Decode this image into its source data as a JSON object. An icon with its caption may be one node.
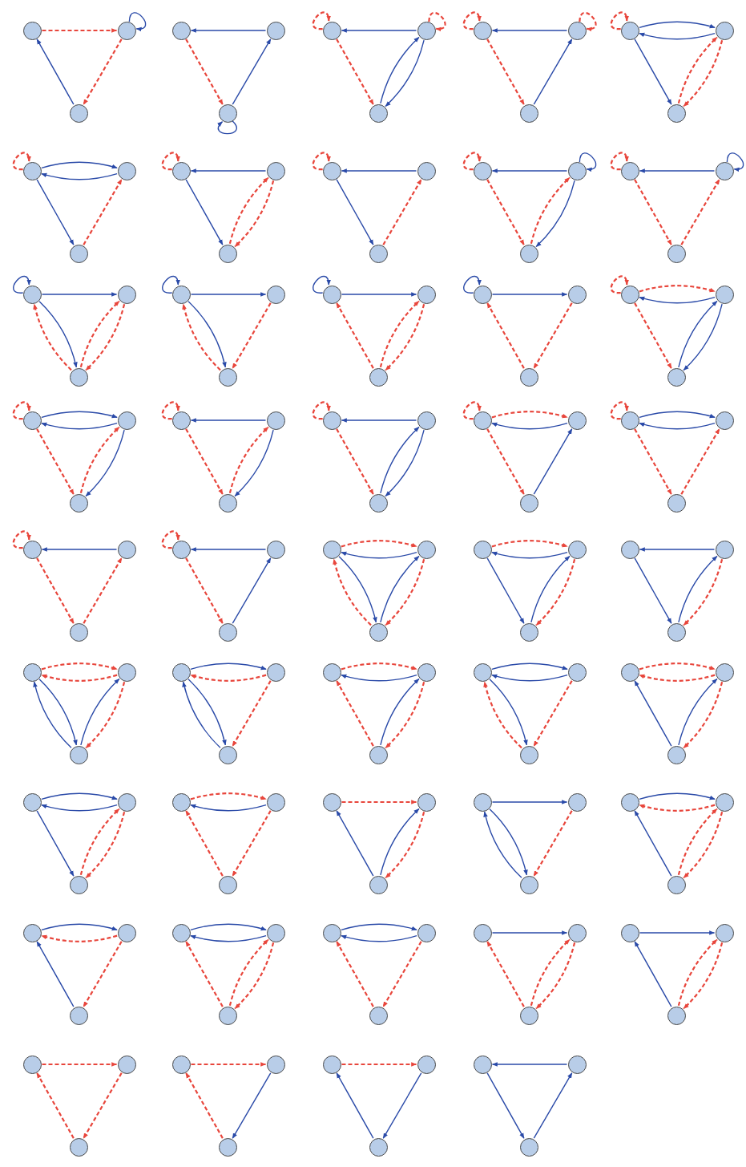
{
  "diagram": {
    "nodes": [
      {
        "text": [],
        "shape": "circle"
      },
      {
        "text": [],
        "shape": "circle"
      },
      {
        "text": [],
        "shape": "circle"
      },
      {
        "text": [],
        "shape": "circle"
      },
      {
        "text": [],
        "shape": "circle"
      },
      {
        "text": [],
        "shape": "circle"
      },
      {
        "text": [],
        "shape": "circle"
      },
      {
        "text": [],
        "shape": "circle"
      },
      {
        "text": [],
        "shape": "circle"
      },
      {
        "text": [],
        "shape": "circle"
      },
      {
        "text": [],
        "shape": "circle"
      },
      {
        "text": [],
        "shape": "circle"
      },
      {
        "text": [],
        "shape": "circle"
      },
      {
        "text": [],
        "shape": "circle"
      },
      {
        "text": [],
        "shape": "circle"
      },
      {
        "text": [],
        "shape": "circle"
      },
      {
        "text": [],
        "shape": "circle"
      },
      {
        "text": [],
        "shape": "circle"
      },
      {
        "text": [],
        "shape": "circle"
      },
      {
        "text": [],
        "shape": "circle"
      },
      {
        "text": [],
        "shape": "circle"
      },
      {
        "text": [],
        "shape": "circle"
      },
      {
        "text": [],
        "shape": "circle"
      },
      {
        "text": [],
        "shape": "circle"
      },
      {
        "text": [],
        "shape": "circle"
      },
      {
        "text": [],
        "shape": "circle"
      },
      {
        "text": [],
        "shape": "circle"
      },
      {
        "text": [],
        "shape": "circle"
      },
      {
        "text": [],
        "shape": "circle"
      },
      {
        "text": [],
        "shape": "circle"
      },
      {
        "text": [],
        "shape": "circle"
      },
      {
        "text": [],
        "shape": "circle"
      },
      {
        "text": [],
        "shape": "circle"
      },
      {
        "text": [],
        "shape": "circle"
      },
      {
        "text": [],
        "shape": "circle"
      },
      {
        "text": [],
        "shape": "circle"
      },
      {
        "text": [],
        "shape": "circle"
      },
      {
        "text": [],
        "shape": "circle"
      },
      {
        "text": [],
        "shape": "circle"
      },
      {
        "text": [],
        "shape": "circle"
      },
      {
        "text": [],
        "shape": "circle"
      },
      {
        "text": [],
        "shape": "circle"
      },
      {
        "text": [],
        "shape": "circle"
      },
      {
        "text": [],
        "shape": "circle"
      },
      {
        "text": [],
        "shape": "circle"
      },
      {
        "text": [],
        "shape": "circle"
      },
      {
        "text": [],
        "shape": "circle"
      },
      {
        "text": [],
        "shape": "circle"
      },
      {
        "text": [],
        "shape": "circle"
      },
      {
        "text": [],
        "shape": "circle"
      },
      {
        "text": [],
        "shape": "circle"
      },
      {
        "text": [],
        "shape": "circle"
      },
      {
        "text": [],
        "shape": "circle"
      },
      {
        "text": [],
        "shape": "circle"
      },
      {
        "text": [],
        "shape": "circle"
      },
      {
        "text": [],
        "shape": "circle"
      },
      {
        "text": [],
        "shape": "circle"
      },
      {
        "text": [],
        "shape": "circle"
      },
      {
        "text": [],
        "shape": "circle"
      },
      {
        "text": [],
        "shape": "circle"
      },
      {
        "text": [],
        "shape": "circle"
      },
      {
        "text": [],
        "shape": "circle"
      },
      {
        "text": [],
        "shape": "circle"
      },
      {
        "text": [],
        "shape": "circle"
      },
      {
        "text": [],
        "shape": "circle"
      },
      {
        "text": [],
        "shape": "circle"
      },
      {
        "text": [],
        "shape": "circle"
      },
      {
        "text": [],
        "shape": "circle"
      },
      {
        "text": [],
        "shape": "circle"
      },
      {
        "text": [],
        "shape": "circle"
      },
      {
        "text": [],
        "shape": "circle"
      },
      {
        "text": [],
        "shape": "circle"
      },
      {
        "text": [],
        "shape": "circle"
      },
      {
        "text": [],
        "shape": "circle"
      },
      {
        "text": [],
        "shape": "circle"
      },
      {
        "text": [],
        "shape": "circle"
      },
      {
        "text": [],
        "shape": "circle"
      },
      {
        "text": [],
        "shape": "circle"
      },
      {
        "text": [],
        "shape": "circle"
      },
      {
        "text": [],
        "shape": "circle"
      },
      {
        "text": [],
        "shape": "circle"
      },
      {
        "text": [],
        "shape": "circle"
      },
      {
        "text": [],
        "shape": "circle"
      },
      {
        "text": [],
        "shape": "circle"
      },
      {
        "text": [],
        "shape": "circle"
      },
      {
        "text": [],
        "shape": "circle"
      },
      {
        "text": [],
        "shape": "circle"
      },
      {
        "text": [],
        "shape": "circle"
      },
      {
        "text": [],
        "shape": "circle"
      },
      {
        "text": [],
        "shape": "circle"
      },
      {
        "text": [],
        "shape": "circle"
      },
      {
        "text": [],
        "shape": "circle"
      },
      {
        "text": [],
        "shape": "circle"
      },
      {
        "text": [],
        "shape": "circle"
      },
      {
        "text": [],
        "shape": "circle"
      },
      {
        "text": [],
        "shape": "circle"
      },
      {
        "text": [],
        "shape": "circle"
      },
      {
        "text": [],
        "shape": "circle"
      },
      {
        "text": [],
        "shape": "circle"
      },
      {
        "text": [],
        "shape": "circle"
      },
      {
        "text": [],
        "shape": "circle"
      },
      {
        "text": [],
        "shape": "circle"
      },
      {
        "text": [],
        "shape": "circle"
      },
      {
        "text": [],
        "shape": "circle"
      },
      {
        "text": [],
        "shape": "circle"
      },
      {
        "text": [],
        "shape": "circle"
      },
      {
        "text": [],
        "shape": "circle"
      },
      {
        "text": [],
        "shape": "circle"
      },
      {
        "text": [],
        "shape": "circle"
      },
      {
        "text": [],
        "shape": "circle"
      },
      {
        "text": [],
        "shape": "circle"
      },
      {
        "text": [],
        "shape": "circle"
      },
      {
        "text": [],
        "shape": "circle"
      },
      {
        "text": [],
        "shape": "circle"
      },
      {
        "text": [],
        "shape": "circle"
      },
      {
        "text": [],
        "shape": "circle"
      },
      {
        "text": [],
        "shape": "circle"
      },
      {
        "text": [],
        "shape": "circle"
      },
      {
        "text": [],
        "shape": "circle"
      },
      {
        "text": [],
        "shape": "circle"
      },
      {
        "text": [],
        "shape": "circle"
      },
      {
        "text": [],
        "shape": "circle"
      },
      {
        "text": [],
        "shape": "circle"
      },
      {
        "text": [],
        "shape": "circle"
      },
      {
        "text": [],
        "shape": "circle"
      },
      {
        "text": [],
        "shape": "circle"
      },
      {
        "text": [],
        "shape": "circle"
      },
      {
        "text": [],
        "shape": "circle"
      },
      {
        "text": [],
        "shape": "circle"
      },
      {
        "text": [],
        "shape": "circle"
      },
      {
        "text": [],
        "shape": "circle"
      },
      {
        "text": [],
        "shape": "circle"
      }
    ],
    "edges": [
      {
        "from": 0,
        "to": 1,
        "arrow": "to",
        "style": "dashed"
      },
      {
        "from": 1,
        "to": 1,
        "arrow": "to",
        "color": "#2a4aa8"
      },
      {
        "from": 1,
        "to": 2,
        "arrow": "to",
        "style": "dashed"
      },
      {
        "from": 2,
        "to": 0,
        "arrow": "to",
        "color": "#2a4aa8"
      },
      {
        "from": 4,
        "to": 3,
        "arrow": "to",
        "color": "#2a4aa8"
      },
      {
        "from": 3,
        "to": 5,
        "arrow": "to",
        "style": "dashed"
      },
      {
        "from": 5,
        "to": 4,
        "arrow": "to",
        "color": "#2a4aa8"
      },
      {
        "from": 5,
        "to": 5,
        "arrow": "to",
        "color": "#2a4aa8"
      },
      {
        "from": 6,
        "to": 6,
        "arrow": "to",
        "style": "dashed"
      },
      {
        "from": 7,
        "to": 6,
        "arrow": "to",
        "color": "#2a4aa8"
      },
      {
        "from": 6,
        "to": 8,
        "arrow": "to",
        "style": "dashed"
      },
      {
        "from": 8,
        "to": 7,
        "arrow": "to",
        "color": "#2a4aa8"
      },
      {
        "from": 7,
        "to": 8,
        "arrow": "to",
        "color": "#2a4aa8"
      },
      {
        "from": 7,
        "to": 7,
        "arrow": "to",
        "style": "dashed"
      },
      {
        "from": 9,
        "to": 9,
        "arrow": "to",
        "style": "dashed"
      },
      {
        "from": 10,
        "to": 9,
        "arrow": "to",
        "color": "#2a4aa8"
      },
      {
        "from": 9,
        "to": 11,
        "arrow": "to",
        "style": "dashed"
      },
      {
        "from": 11,
        "to": 10,
        "arrow": "to",
        "color": "#2a4aa8"
      },
      {
        "from": 10,
        "to": 10,
        "arrow": "to",
        "style": "dashed"
      },
      {
        "from": 12,
        "to": 12,
        "arrow": "to",
        "style": "dashed"
      },
      {
        "from": 12,
        "to": 13,
        "arrow": "to",
        "color": "#2a4aa8"
      },
      {
        "from": 13,
        "to": 12,
        "arrow": "to",
        "color": "#2a4aa8"
      },
      {
        "from": 12,
        "to": 14,
        "arrow": "to",
        "color": "#2a4aa8"
      },
      {
        "from": 14,
        "to": 13,
        "arrow": "to",
        "style": "dashed"
      },
      {
        "from": 13,
        "to": 14,
        "arrow": "to",
        "style": "dashed"
      },
      {
        "from": 15,
        "to": 15,
        "arrow": "to",
        "style": "dashed"
      },
      {
        "from": 15,
        "to": 16,
        "arrow": "to",
        "color": "#2a4aa8"
      },
      {
        "from": 16,
        "to": 15,
        "arrow": "to",
        "color": "#2a4aa8"
      },
      {
        "from": 15,
        "to": 17,
        "arrow": "to",
        "color": "#2a4aa8"
      },
      {
        "from": 17,
        "to": 16,
        "arrow": "to",
        "style": "dashed"
      },
      {
        "from": 18,
        "to": 18,
        "arrow": "to",
        "style": "dashed"
      },
      {
        "from": 19,
        "to": 18,
        "arrow": "to",
        "color": "#2a4aa8"
      },
      {
        "from": 18,
        "to": 20,
        "arrow": "to",
        "color": "#2a4aa8"
      },
      {
        "from": 20,
        "to": 19,
        "arrow": "to",
        "style": "dashed"
      },
      {
        "from": 19,
        "to": 20,
        "arrow": "to",
        "style": "dashed"
      },
      {
        "from": 21,
        "to": 21,
        "arrow": "to",
        "style": "dashed"
      },
      {
        "from": 22,
        "to": 21,
        "arrow": "to",
        "color": "#2a4aa8"
      },
      {
        "from": 21,
        "to": 23,
        "arrow": "to",
        "color": "#2a4aa8"
      },
      {
        "from": 23,
        "to": 22,
        "arrow": "to",
        "style": "dashed"
      },
      {
        "from": 24,
        "to": 24,
        "arrow": "to",
        "style": "dashed"
      },
      {
        "from": 25,
        "to": 24,
        "arrow": "to",
        "color": "#2a4aa8"
      },
      {
        "from": 24,
        "to": 26,
        "arrow": "to",
        "style": "dashed"
      },
      {
        "from": 26,
        "to": 25,
        "arrow": "to",
        "style": "dashed"
      },
      {
        "from": 25,
        "to": 26,
        "arrow": "to",
        "color": "#2a4aa8"
      },
      {
        "from": 25,
        "to": 25,
        "arrow": "to",
        "color": "#2a4aa8"
      },
      {
        "from": 27,
        "to": 27,
        "arrow": "to",
        "style": "dashed"
      },
      {
        "from": 28,
        "to": 27,
        "arrow": "to",
        "color": "#2a4aa8"
      },
      {
        "from": 27,
        "to": 29,
        "arrow": "to",
        "style": "dashed"
      },
      {
        "from": 29,
        "to": 28,
        "arrow": "to",
        "style": "dashed"
      },
      {
        "from": 28,
        "to": 28,
        "arrow": "to",
        "color": "#2a4aa8"
      },
      {
        "from": 30,
        "to": 30,
        "arrow": "to",
        "color": "#2a4aa8"
      },
      {
        "from": 30,
        "to": 31,
        "arrow": "to",
        "color": "#2a4aa8"
      },
      {
        "from": 32,
        "to": 30,
        "arrow": "to",
        "style": "dashed"
      },
      {
        "from": 30,
        "to": 32,
        "arrow": "to",
        "color": "#2a4aa8"
      },
      {
        "from": 32,
        "to": 31,
        "arrow": "to",
        "style": "dashed"
      },
      {
        "from": 31,
        "to": 32,
        "arrow": "to",
        "style": "dashed"
      },
      {
        "from": 33,
        "to": 33,
        "arrow": "to",
        "color": "#2a4aa8"
      },
      {
        "from": 33,
        "to": 34,
        "arrow": "to",
        "color": "#2a4aa8"
      },
      {
        "from": 35,
        "to": 33,
        "arrow": "to",
        "style": "dashed"
      },
      {
        "from": 33,
        "to": 35,
        "arrow": "to",
        "color": "#2a4aa8"
      },
      {
        "from": 34,
        "to": 35,
        "arrow": "to",
        "style": "dashed"
      },
      {
        "from": 36,
        "to": 36,
        "arrow": "to",
        "color": "#2a4aa8"
      },
      {
        "from": 36,
        "to": 37,
        "arrow": "to",
        "color": "#2a4aa8"
      },
      {
        "from": 38,
        "to": 36,
        "arrow": "to",
        "style": "dashed"
      },
      {
        "from": 38,
        "to": 37,
        "arrow": "to",
        "style": "dashed"
      },
      {
        "from": 37,
        "to": 38,
        "arrow": "to",
        "style": "dashed"
      },
      {
        "from": 39,
        "to": 39,
        "arrow": "to",
        "color": "#2a4aa8"
      },
      {
        "from": 39,
        "to": 40,
        "arrow": "to",
        "color": "#2a4aa8"
      },
      {
        "from": 41,
        "to": 39,
        "arrow": "to",
        "style": "dashed"
      },
      {
        "from": 40,
        "to": 41,
        "arrow": "to",
        "style": "dashed"
      },
      {
        "from": 42,
        "to": 42,
        "arrow": "to",
        "style": "dashed"
      },
      {
        "from": 42,
        "to": 43,
        "arrow": "to",
        "style": "dashed"
      },
      {
        "from": 43,
        "to": 42,
        "arrow": "to",
        "color": "#2a4aa8"
      },
      {
        "from": 42,
        "to": 44,
        "arrow": "to",
        "style": "dashed"
      },
      {
        "from": 44,
        "to": 43,
        "arrow": "to",
        "color": "#2a4aa8"
      },
      {
        "from": 43,
        "to": 44,
        "arrow": "to",
        "color": "#2a4aa8"
      },
      {
        "from": 45,
        "to": 45,
        "arrow": "to",
        "style": "dashed"
      },
      {
        "from": 45,
        "to": 46,
        "arrow": "to",
        "color": "#2a4aa8"
      },
      {
        "from": 46,
        "to": 45,
        "arrow": "to",
        "color": "#2a4aa8"
      },
      {
        "from": 45,
        "to": 47,
        "arrow": "to",
        "style": "dashed"
      },
      {
        "from": 47,
        "to": 46,
        "arrow": "to",
        "style": "dashed"
      },
      {
        "from": 46,
        "to": 47,
        "arrow": "to",
        "color": "#2a4aa8"
      },
      {
        "from": 48,
        "to": 48,
        "arrow": "to",
        "style": "dashed"
      },
      {
        "from": 49,
        "to": 48,
        "arrow": "to",
        "color": "#2a4aa8"
      },
      {
        "from": 48,
        "to": 50,
        "arrow": "to",
        "style": "dashed"
      },
      {
        "from": 50,
        "to": 49,
        "arrow": "to",
        "style": "dashed"
      },
      {
        "from": 49,
        "to": 50,
        "arrow": "to",
        "color": "#2a4aa8"
      },
      {
        "from": 51,
        "to": 51,
        "arrow": "to",
        "style": "dashed"
      },
      {
        "from": 52,
        "to": 51,
        "arrow": "to",
        "color": "#2a4aa8"
      },
      {
        "from": 51,
        "to": 53,
        "arrow": "to",
        "style": "dashed"
      },
      {
        "from": 53,
        "to": 52,
        "arrow": "to",
        "color": "#2a4aa8"
      },
      {
        "from": 52,
        "to": 53,
        "arrow": "to",
        "color": "#2a4aa8"
      },
      {
        "from": 54,
        "to": 54,
        "arrow": "to",
        "style": "dashed"
      },
      {
        "from": 54,
        "to": 55,
        "arrow": "to",
        "style": "dashed"
      },
      {
        "from": 55,
        "to": 54,
        "arrow": "to",
        "color": "#2a4aa8"
      },
      {
        "from": 54,
        "to": 56,
        "arrow": "to",
        "style": "dashed"
      },
      {
        "from": 56,
        "to": 55,
        "arrow": "to",
        "color": "#2a4aa8"
      },
      {
        "from": 57,
        "to": 57,
        "arrow": "to",
        "style": "dashed"
      },
      {
        "from": 57,
        "to": 58,
        "arrow": "to",
        "color": "#2a4aa8"
      },
      {
        "from": 58,
        "to": 57,
        "arrow": "to",
        "color": "#2a4aa8"
      },
      {
        "from": 57,
        "to": 59,
        "arrow": "to",
        "style": "dashed"
      },
      {
        "from": 59,
        "to": 58,
        "arrow": "to",
        "style": "dashed"
      },
      {
        "from": 60,
        "to": 60,
        "arrow": "to",
        "style": "dashed"
      },
      {
        "from": 61,
        "to": 60,
        "arrow": "to",
        "color": "#2a4aa8"
      },
      {
        "from": 60,
        "to": 62,
        "arrow": "to",
        "style": "dashed"
      },
      {
        "from": 62,
        "to": 61,
        "arrow": "to",
        "style": "dashed"
      },
      {
        "from": 63,
        "to": 63,
        "arrow": "to",
        "style": "dashed"
      },
      {
        "from": 64,
        "to": 63,
        "arrow": "to",
        "color": "#2a4aa8"
      },
      {
        "from": 63,
        "to": 65,
        "arrow": "to",
        "style": "dashed"
      },
      {
        "from": 65,
        "to": 64,
        "arrow": "to",
        "color": "#2a4aa8"
      },
      {
        "from": 66,
        "to": 67,
        "arrow": "to",
        "style": "dashed"
      },
      {
        "from": 67,
        "to": 66,
        "arrow": "to",
        "color": "#2a4aa8"
      },
      {
        "from": 68,
        "to": 66,
        "arrow": "to",
        "style": "dashed"
      },
      {
        "from": 66,
        "to": 68,
        "arrow": "to",
        "color": "#2a4aa8"
      },
      {
        "from": 68,
        "to": 67,
        "arrow": "to",
        "color": "#2a4aa8"
      },
      {
        "from": 67,
        "to": 68,
        "arrow": "to",
        "style": "dashed"
      },
      {
        "from": 69,
        "to": 70,
        "arrow": "to",
        "style": "dashed"
      },
      {
        "from": 70,
        "to": 69,
        "arrow": "to",
        "color": "#2a4aa8"
      },
      {
        "from": 69,
        "to": 71,
        "arrow": "to",
        "color": "#2a4aa8"
      },
      {
        "from": 71,
        "to": 70,
        "arrow": "to",
        "color": "#2a4aa8"
      },
      {
        "from": 70,
        "to": 71,
        "arrow": "to",
        "style": "dashed"
      },
      {
        "from": 73,
        "to": 72,
        "arrow": "to",
        "color": "#2a4aa8"
      },
      {
        "from": 72,
        "to": 74,
        "arrow": "to",
        "color": "#2a4aa8"
      },
      {
        "from": 74,
        "to": 73,
        "arrow": "to",
        "color": "#2a4aa8"
      },
      {
        "from": 73,
        "to": 74,
        "arrow": "to",
        "style": "dashed"
      },
      {
        "from": 75,
        "to": 76,
        "arrow": "to",
        "style": "dashed"
      },
      {
        "from": 76,
        "to": 75,
        "arrow": "to",
        "style": "dashed"
      },
      {
        "from": 77,
        "to": 75,
        "arrow": "to",
        "color": "#2a4aa8"
      },
      {
        "from": 75,
        "to": 77,
        "arrow": "to",
        "color": "#2a4aa8"
      },
      {
        "from": 77,
        "to": 76,
        "arrow": "to",
        "color": "#2a4aa8"
      },
      {
        "from": 76,
        "to": 77,
        "arrow": "to",
        "style": "dashed"
      },
      {
        "from": 78,
        "to": 79,
        "arrow": "to",
        "color": "#2a4aa8"
      },
      {
        "from": 79,
        "to": 78,
        "arrow": "to",
        "style": "dashed"
      },
      {
        "from": 80,
        "to": 78,
        "arrow": "to",
        "color": "#2a4aa8"
      },
      {
        "from": 78,
        "to": 80,
        "arrow": "to",
        "color": "#2a4aa8"
      },
      {
        "from": 79,
        "to": 80,
        "arrow": "to",
        "style": "dashed"
      },
      {
        "from": 81,
        "to": 82,
        "arrow": "to",
        "style": "dashed"
      },
      {
        "from": 82,
        "to": 81,
        "arrow": "to",
        "color": "#2a4aa8"
      },
      {
        "from": 83,
        "to": 81,
        "arrow": "to",
        "style": "dashed"
      },
      {
        "from": 83,
        "to": 82,
        "arrow": "to",
        "color": "#2a4aa8"
      },
      {
        "from": 82,
        "to": 83,
        "arrow": "to",
        "style": "dashed"
      },
      {
        "from": 84,
        "to": 85,
        "arrow": "to",
        "color": "#2a4aa8"
      },
      {
        "from": 85,
        "to": 84,
        "arrow": "to",
        "color": "#2a4aa8"
      },
      {
        "from": 86,
        "to": 84,
        "arrow": "to",
        "style": "dashed"
      },
      {
        "from": 84,
        "to": 86,
        "arrow": "to",
        "color": "#2a4aa8"
      },
      {
        "from": 85,
        "to": 86,
        "arrow": "to",
        "style": "dashed"
      },
      {
        "from": 87,
        "to": 88,
        "arrow": "to",
        "style": "dashed"
      },
      {
        "from": 88,
        "to": 87,
        "arrow": "to",
        "style": "dashed"
      },
      {
        "from": 89,
        "to": 87,
        "arrow": "to",
        "color": "#2a4aa8"
      },
      {
        "from": 89,
        "to": 88,
        "arrow": "to",
        "color": "#2a4aa8"
      },
      {
        "from": 88,
        "to": 89,
        "arrow": "to",
        "style": "dashed"
      },
      {
        "from": 90,
        "to": 91,
        "arrow": "to",
        "color": "#2a4aa8"
      },
      {
        "from": 91,
        "to": 90,
        "arrow": "to",
        "color": "#2a4aa8"
      },
      {
        "from": 90,
        "to": 92,
        "arrow": "to",
        "color": "#2a4aa8"
      },
      {
        "from": 92,
        "to": 91,
        "arrow": "to",
        "style": "dashed"
      },
      {
        "from": 91,
        "to": 92,
        "arrow": "to",
        "style": "dashed"
      },
      {
        "from": 93,
        "to": 94,
        "arrow": "to",
        "style": "dashed"
      },
      {
        "from": 94,
        "to": 93,
        "arrow": "to",
        "color": "#2a4aa8"
      },
      {
        "from": 95,
        "to": 93,
        "arrow": "to",
        "style": "dashed"
      },
      {
        "from": 94,
        "to": 95,
        "arrow": "to",
        "style": "dashed"
      },
      {
        "from": 96,
        "to": 97,
        "arrow": "to",
        "style": "dashed"
      },
      {
        "from": 98,
        "to": 96,
        "arrow": "to",
        "color": "#2a4aa8"
      },
      {
        "from": 98,
        "to": 97,
        "arrow": "to",
        "color": "#2a4aa8"
      },
      {
        "from": 97,
        "to": 98,
        "arrow": "to",
        "style": "dashed"
      },
      {
        "from": 99,
        "to": 100,
        "arrow": "to",
        "color": "#2a4aa8"
      },
      {
        "from": 101,
        "to": 99,
        "arrow": "to",
        "color": "#2a4aa8"
      },
      {
        "from": 99,
        "to": 101,
        "arrow": "to",
        "color": "#2a4aa8"
      },
      {
        "from": 100,
        "to": 101,
        "arrow": "to",
        "style": "dashed"
      },
      {
        "from": 102,
        "to": 103,
        "arrow": "to",
        "color": "#2a4aa8"
      },
      {
        "from": 103,
        "to": 102,
        "arrow": "to",
        "style": "dashed"
      },
      {
        "from": 104,
        "to": 102,
        "arrow": "to",
        "color": "#2a4aa8"
      },
      {
        "from": 104,
        "to": 103,
        "arrow": "to",
        "style": "dashed"
      },
      {
        "from": 103,
        "to": 104,
        "arrow": "to",
        "style": "dashed"
      },
      {
        "from": 105,
        "to": 106,
        "arrow": "to",
        "color": "#2a4aa8"
      },
      {
        "from": 106,
        "to": 105,
        "arrow": "to",
        "style": "dashed"
      },
      {
        "from": 107,
        "to": 105,
        "arrow": "to",
        "color": "#2a4aa8"
      },
      {
        "from": 106,
        "to": 107,
        "arrow": "to",
        "style": "dashed"
      },
      {
        "from": 108,
        "to": 109,
        "arrow": "to",
        "color": "#2a4aa8"
      },
      {
        "from": 109,
        "to": 108,
        "arrow": "to",
        "color": "#2a4aa8"
      },
      {
        "from": 110,
        "to": 108,
        "arrow": "to",
        "style": "dashed"
      },
      {
        "from": 110,
        "to": 109,
        "arrow": "to",
        "style": "dashed"
      },
      {
        "from": 109,
        "to": 110,
        "arrow": "to",
        "style": "dashed"
      },
      {
        "from": 111,
        "to": 112,
        "arrow": "to",
        "color": "#2a4aa8"
      },
      {
        "from": 112,
        "to": 111,
        "arrow": "to",
        "color": "#2a4aa8"
      },
      {
        "from": 113,
        "to": 111,
        "arrow": "to",
        "style": "dashed"
      },
      {
        "from": 112,
        "to": 113,
        "arrow": "to",
        "style": "dashed"
      },
      {
        "from": 114,
        "to": 115,
        "arrow": "to",
        "color": "#2a4aa8"
      },
      {
        "from": 116,
        "to": 114,
        "arrow": "to",
        "style": "dashed"
      },
      {
        "from": 116,
        "to": 115,
        "arrow": "to",
        "style": "dashed"
      },
      {
        "from": 115,
        "to": 116,
        "arrow": "to",
        "style": "dashed"
      },
      {
        "from": 117,
        "to": 118,
        "arrow": "to",
        "color": "#2a4aa8"
      },
      {
        "from": 119,
        "to": 117,
        "arrow": "to",
        "color": "#2a4aa8"
      },
      {
        "from": 119,
        "to": 118,
        "arrow": "to",
        "style": "dashed"
      },
      {
        "from": 118,
        "to": 119,
        "arrow": "to",
        "style": "dashed"
      },
      {
        "from": 120,
        "to": 121,
        "arrow": "to",
        "style": "dashed"
      },
      {
        "from": 122,
        "to": 120,
        "arrow": "to",
        "style": "dashed"
      },
      {
        "from": 121,
        "to": 122,
        "arrow": "to",
        "style": "dashed"
      },
      {
        "from": 123,
        "to": 124,
        "arrow": "to",
        "style": "dashed"
      },
      {
        "from": 125,
        "to": 123,
        "arrow": "to",
        "style": "dashed"
      },
      {
        "from": 124,
        "to": 125,
        "arrow": "to",
        "color": "#2a4aa8"
      },
      {
        "from": 126,
        "to": 127,
        "arrow": "to",
        "style": "dashed"
      },
      {
        "from": 128,
        "to": 126,
        "arrow": "to",
        "color": "#2a4aa8"
      },
      {
        "from": 127,
        "to": 128,
        "arrow": "to",
        "color": "#2a4aa8"
      },
      {
        "from": 130,
        "to": 129,
        "arrow": "to",
        "color": "#2a4aa8"
      },
      {
        "from": 129,
        "to": 131,
        "arrow": "to",
        "color": "#2a4aa8"
      },
      {
        "from": 131,
        "to": 130,
        "arrow": "to",
        "color": "#2a4aa8"
      }
    ]
  }
}
